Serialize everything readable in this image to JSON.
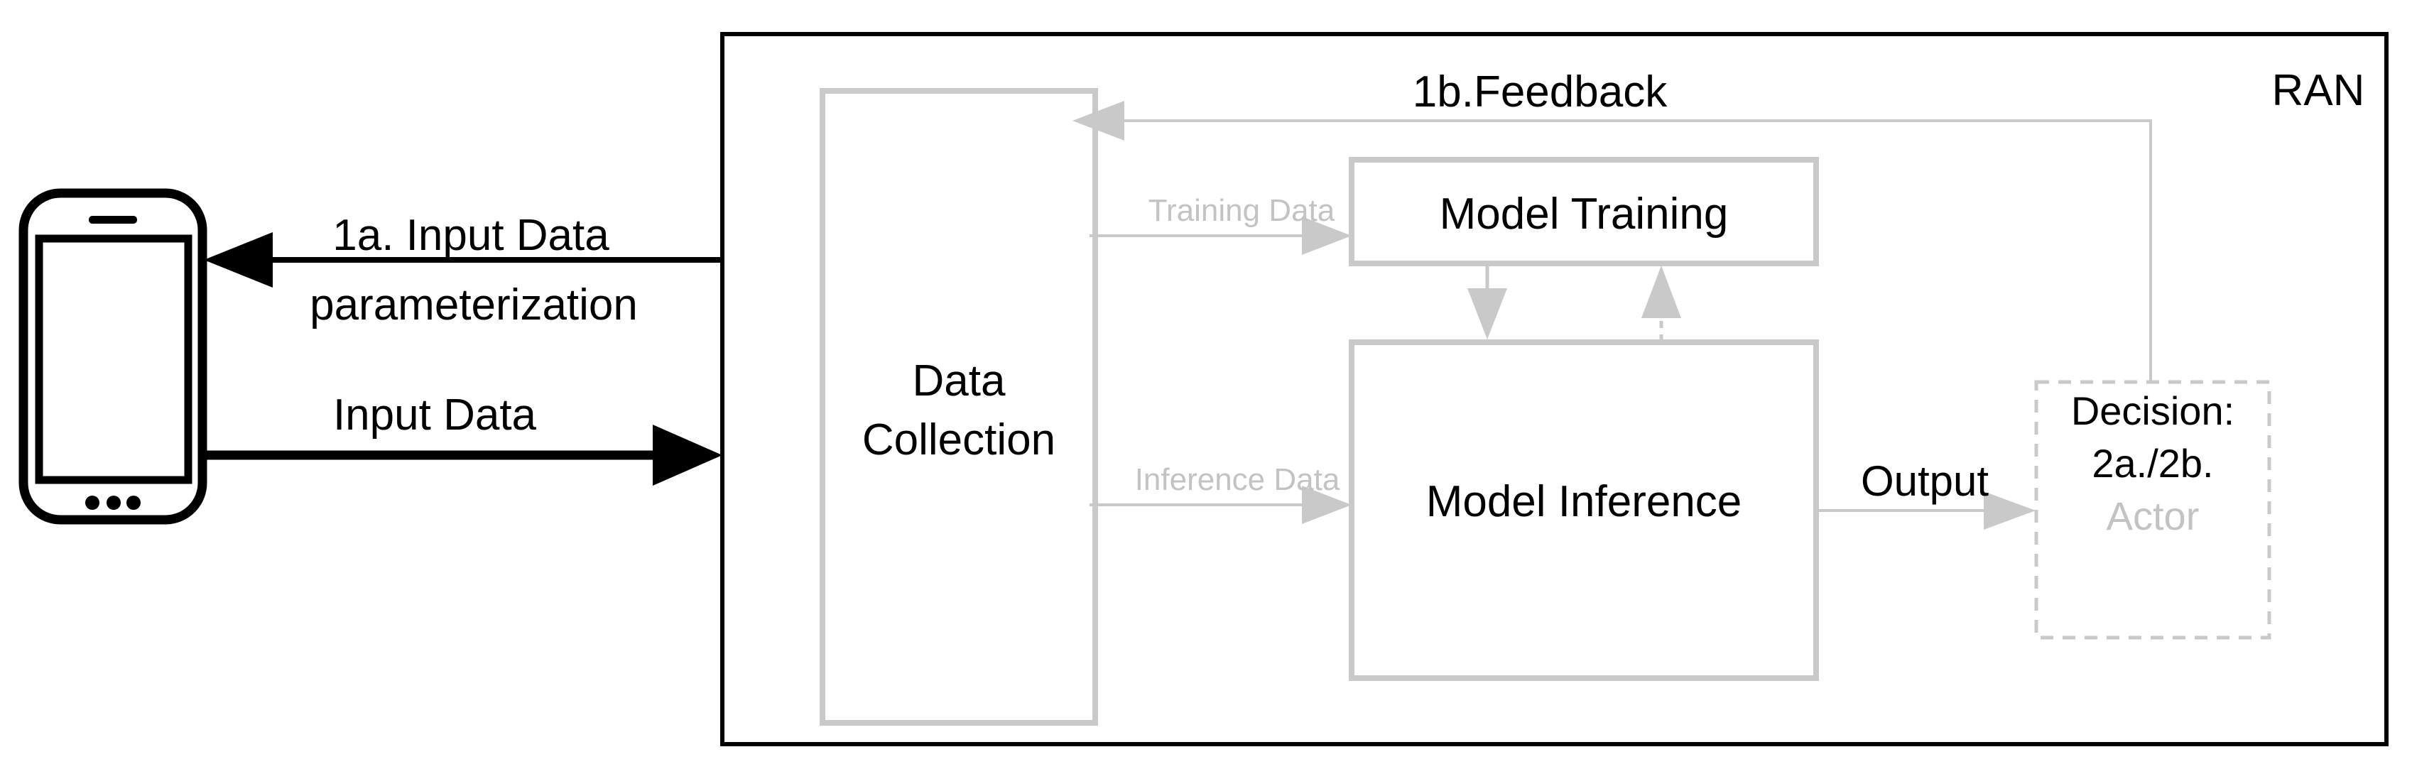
{
  "diagram": {
    "type": "ml-functional-framework-flow-diagram",
    "outer_label": "RAN",
    "labels": {
      "arrow_1a_line1": "1a. Input Data",
      "arrow_1a_line2": "parameterization",
      "arrow_input": "Input Data",
      "feedback": "1b.Feedback",
      "training_data": "Training Data",
      "inference_data": "Inference Data",
      "output": "Output"
    },
    "boxes": {
      "data_collection": {
        "line1": "Data",
        "line2": "Collection"
      },
      "model_training": {
        "label": "Model Training"
      },
      "model_inference": {
        "label": "Model Inference"
      },
      "decision": {
        "line1": "Decision:",
        "line2": "2a./2b.",
        "line3": "Actor"
      }
    },
    "colors": {
      "black": "#000000",
      "gray_border": "#c9c9c9",
      "gray_text": "#c3c3c3",
      "background": "#ffffff"
    }
  }
}
